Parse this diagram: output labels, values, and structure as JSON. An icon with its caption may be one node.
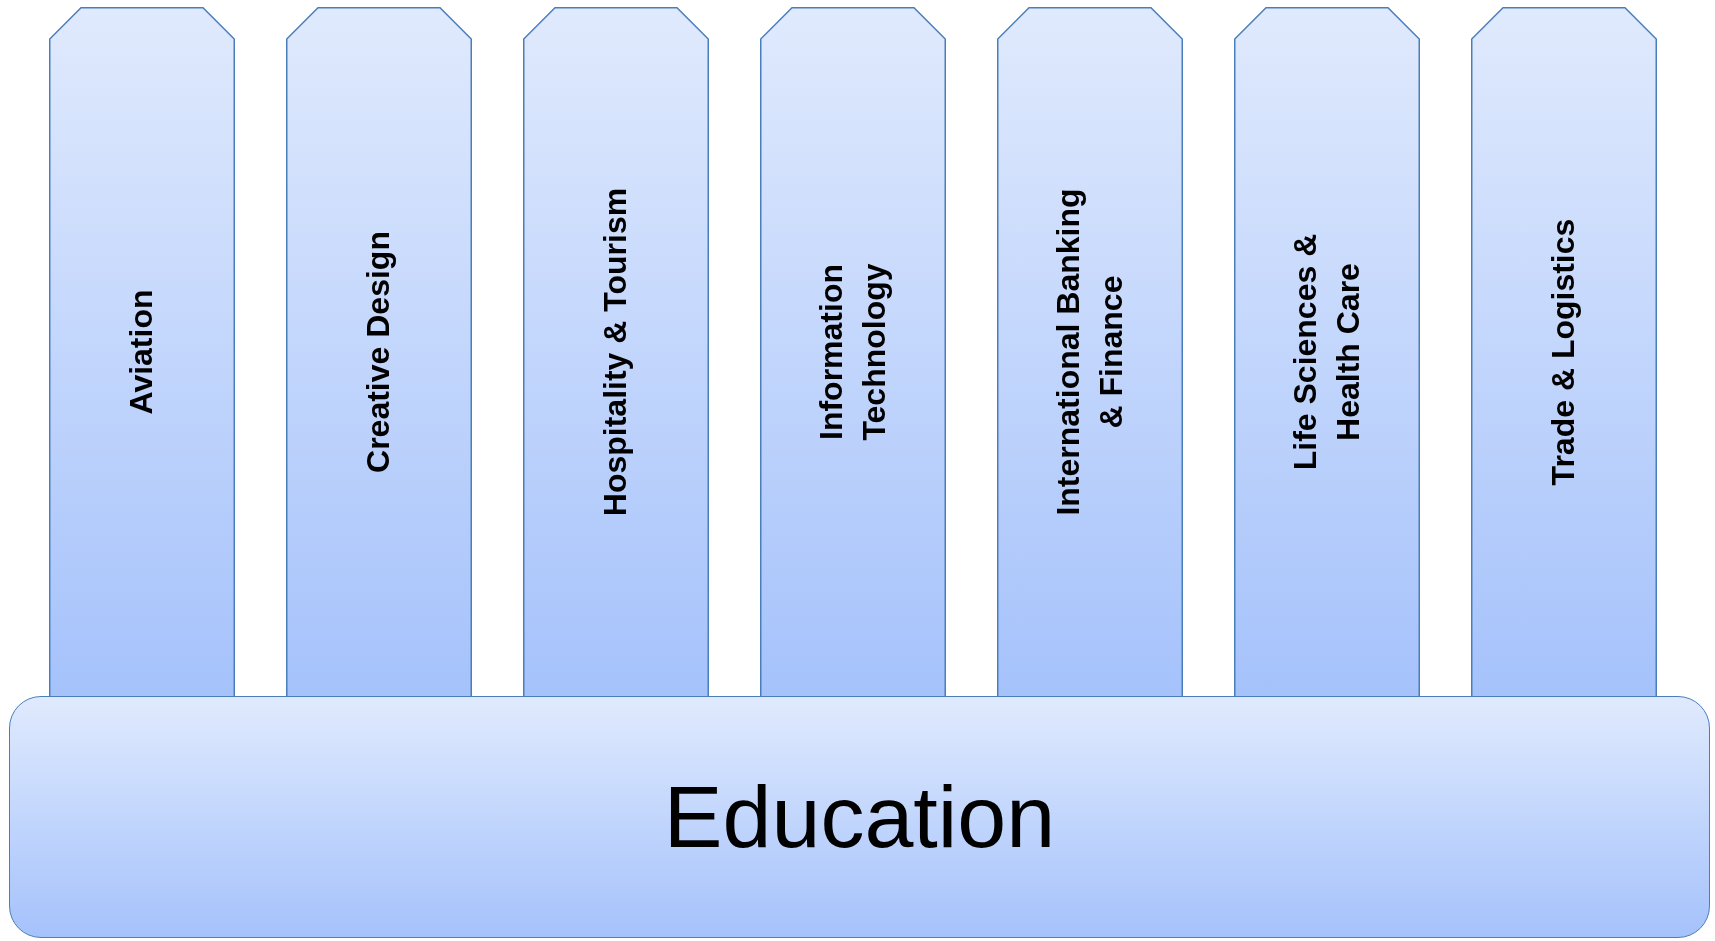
{
  "diagram": {
    "nodes": [
      {
        "text": [
          "Aviation"
        ]
      },
      {
        "text": [
          "Creative Design"
        ]
      },
      {
        "text": [
          "Hospitality & Tourism"
        ]
      },
      {
        "text": [
          "Information Technology"
        ]
      },
      {
        "text": [
          "International Banking & Finance"
        ]
      },
      {
        "text": [
          "Life Sciences & Health Care"
        ]
      },
      {
        "text": [
          "Trade & Logistics"
        ]
      },
      {
        "text": [
          "Education"
        ]
      }
    ]
  }
}
